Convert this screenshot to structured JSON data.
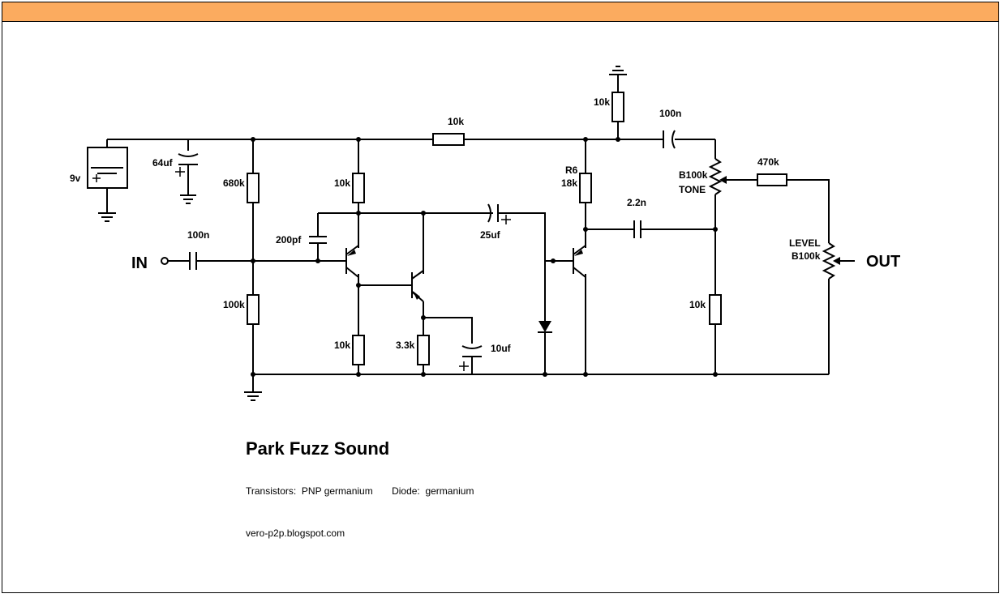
{
  "header": {
    "color": "#fbab5f"
  },
  "title": "Park Fuzz Sound",
  "info": {
    "transistors_label": "Transistors:",
    "transistors_value": "PNP germanium",
    "diode_label": "Diode:",
    "diode_value": "germanium"
  },
  "site": "vero-p2p.blogspot.com",
  "labels": {
    "battery": "9v",
    "c_supply": "64uf",
    "r_bias_top": "680k",
    "r_bias_bottom": "100k",
    "c_in": "100n",
    "in": "IN",
    "c_feedback": "200pf",
    "r_q1_collector": "10k",
    "r_q1_emitter": "10k",
    "r_supply": "10k",
    "r_ground_top": "10k",
    "r_q2_emitter": "3.3k",
    "c_emitter": "10uf",
    "c_couple": "25uf",
    "r6_name": "R6",
    "r6_value": "18k",
    "c_tone_top": "100n",
    "c_tone_mid": "2.2n",
    "tone_value": "B100k",
    "tone_name": "TONE",
    "r_tone_bottom": "10k",
    "r_series": "470k",
    "level_name": "LEVEL",
    "level_value": "B100k",
    "out": "OUT"
  }
}
